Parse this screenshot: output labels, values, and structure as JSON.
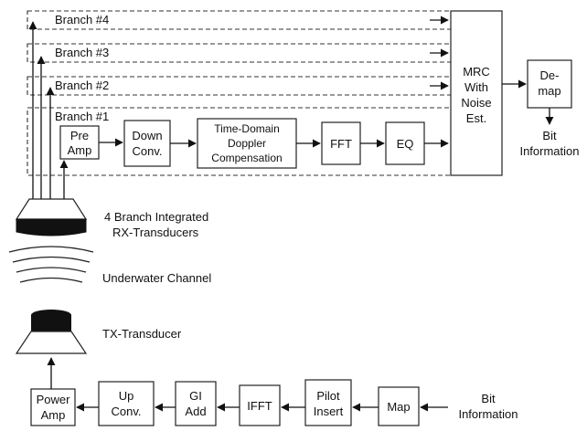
{
  "receiver": {
    "branches": [
      "Branch #4",
      "Branch #3",
      "Branch #2",
      "Branch #1"
    ],
    "preamp": [
      "Pre",
      "Amp"
    ],
    "downconv": [
      "Down",
      "Conv."
    ],
    "doppler": [
      "Time-Domain",
      "Doppler",
      "Compensation"
    ],
    "fft": "FFT",
    "eq": "EQ",
    "mrc": [
      "MRC",
      "With",
      "Noise",
      "Est."
    ],
    "demap": [
      "De-",
      "map"
    ],
    "bit_info": [
      "Bit",
      "Information"
    ]
  },
  "rx_transducer": [
    "4 Branch Integrated",
    "RX-Transducers"
  ],
  "channel": "Underwater Channel",
  "tx_transducer": "TX-Transducer",
  "transmitter": {
    "power_amp": [
      "Power",
      "Amp"
    ],
    "upconv": [
      "Up",
      "Conv."
    ],
    "gi_add": [
      "GI",
      "Add"
    ],
    "ifft": "IFFT",
    "pilot_insert": [
      "Pilot",
      "Insert"
    ],
    "map": "Map",
    "bit_info": [
      "Bit",
      "Information"
    ]
  }
}
